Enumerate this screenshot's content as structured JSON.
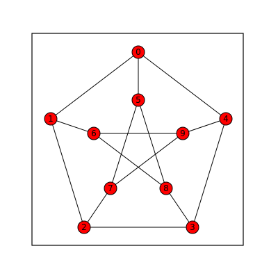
{
  "graph": {
    "node_color": "#ff0000",
    "edge_color": "#000000",
    "nodes": [
      {
        "id": "0",
        "label": "0"
      },
      {
        "id": "1",
        "label": "1"
      },
      {
        "id": "2",
        "label": "2"
      },
      {
        "id": "3",
        "label": "3"
      },
      {
        "id": "4",
        "label": "4"
      },
      {
        "id": "5",
        "label": "5"
      },
      {
        "id": "6",
        "label": "6"
      },
      {
        "id": "7",
        "label": "7"
      },
      {
        "id": "8",
        "label": "8"
      },
      {
        "id": "9",
        "label": "9"
      }
    ],
    "edges": [
      [
        "0",
        "1"
      ],
      [
        "1",
        "2"
      ],
      [
        "2",
        "3"
      ],
      [
        "3",
        "4"
      ],
      [
        "4",
        "0"
      ],
      [
        "0",
        "5"
      ],
      [
        "1",
        "6"
      ],
      [
        "2",
        "7"
      ],
      [
        "3",
        "8"
      ],
      [
        "4",
        "9"
      ],
      [
        "5",
        "7"
      ],
      [
        "7",
        "9"
      ],
      [
        "9",
        "6"
      ],
      [
        "6",
        "8"
      ],
      [
        "8",
        "5"
      ]
    ]
  }
}
